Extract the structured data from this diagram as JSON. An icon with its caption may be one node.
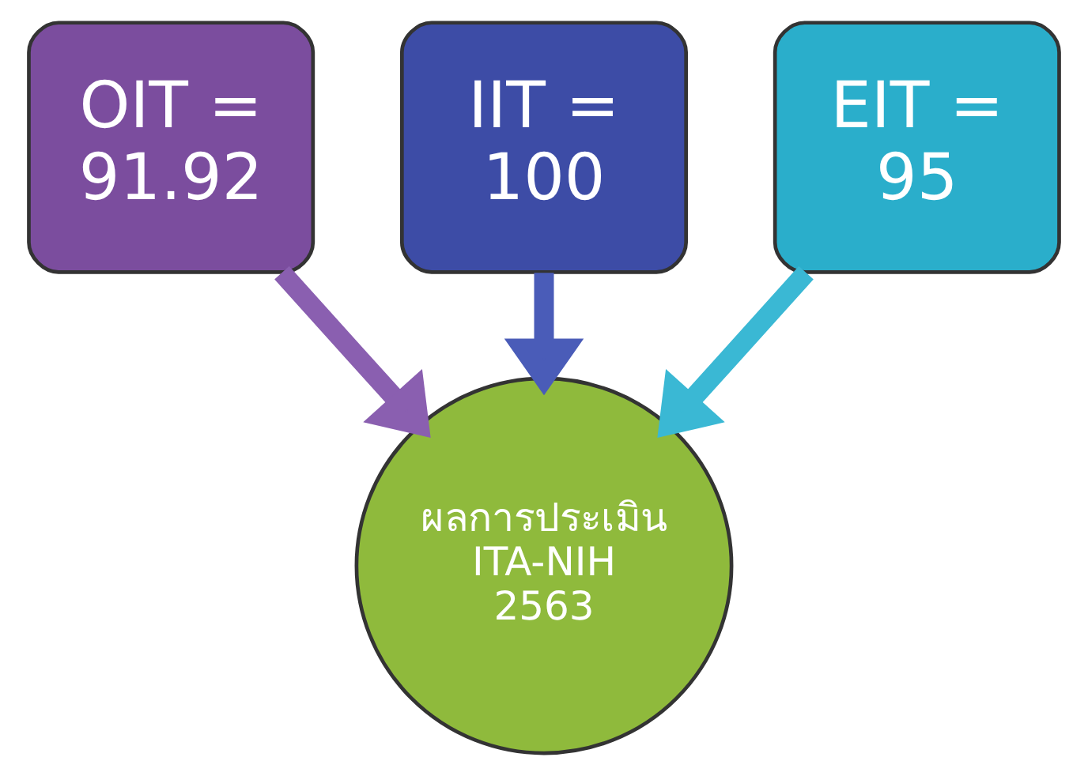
{
  "diagram": {
    "nodes": [
      {
        "text": [
          "OIT = 91.92"
        ]
      },
      {
        "text": [
          "IIT = 100"
        ]
      },
      {
        "text": [
          "EIT = 95"
        ]
      },
      {
        "text": [
          "ผลการประเมิน ITA-NIH 2563"
        ]
      }
    ],
    "edges": [
      {
        "from": 0,
        "to": 3,
        "arrow": "to",
        "color": "#8a5fb0"
      },
      {
        "from": 1,
        "to": 3,
        "arrow": "to",
        "color": "#4a5cb8"
      },
      {
        "from": 2,
        "to": 3,
        "arrow": "to",
        "color": "#3ab8d4"
      }
    ]
  }
}
